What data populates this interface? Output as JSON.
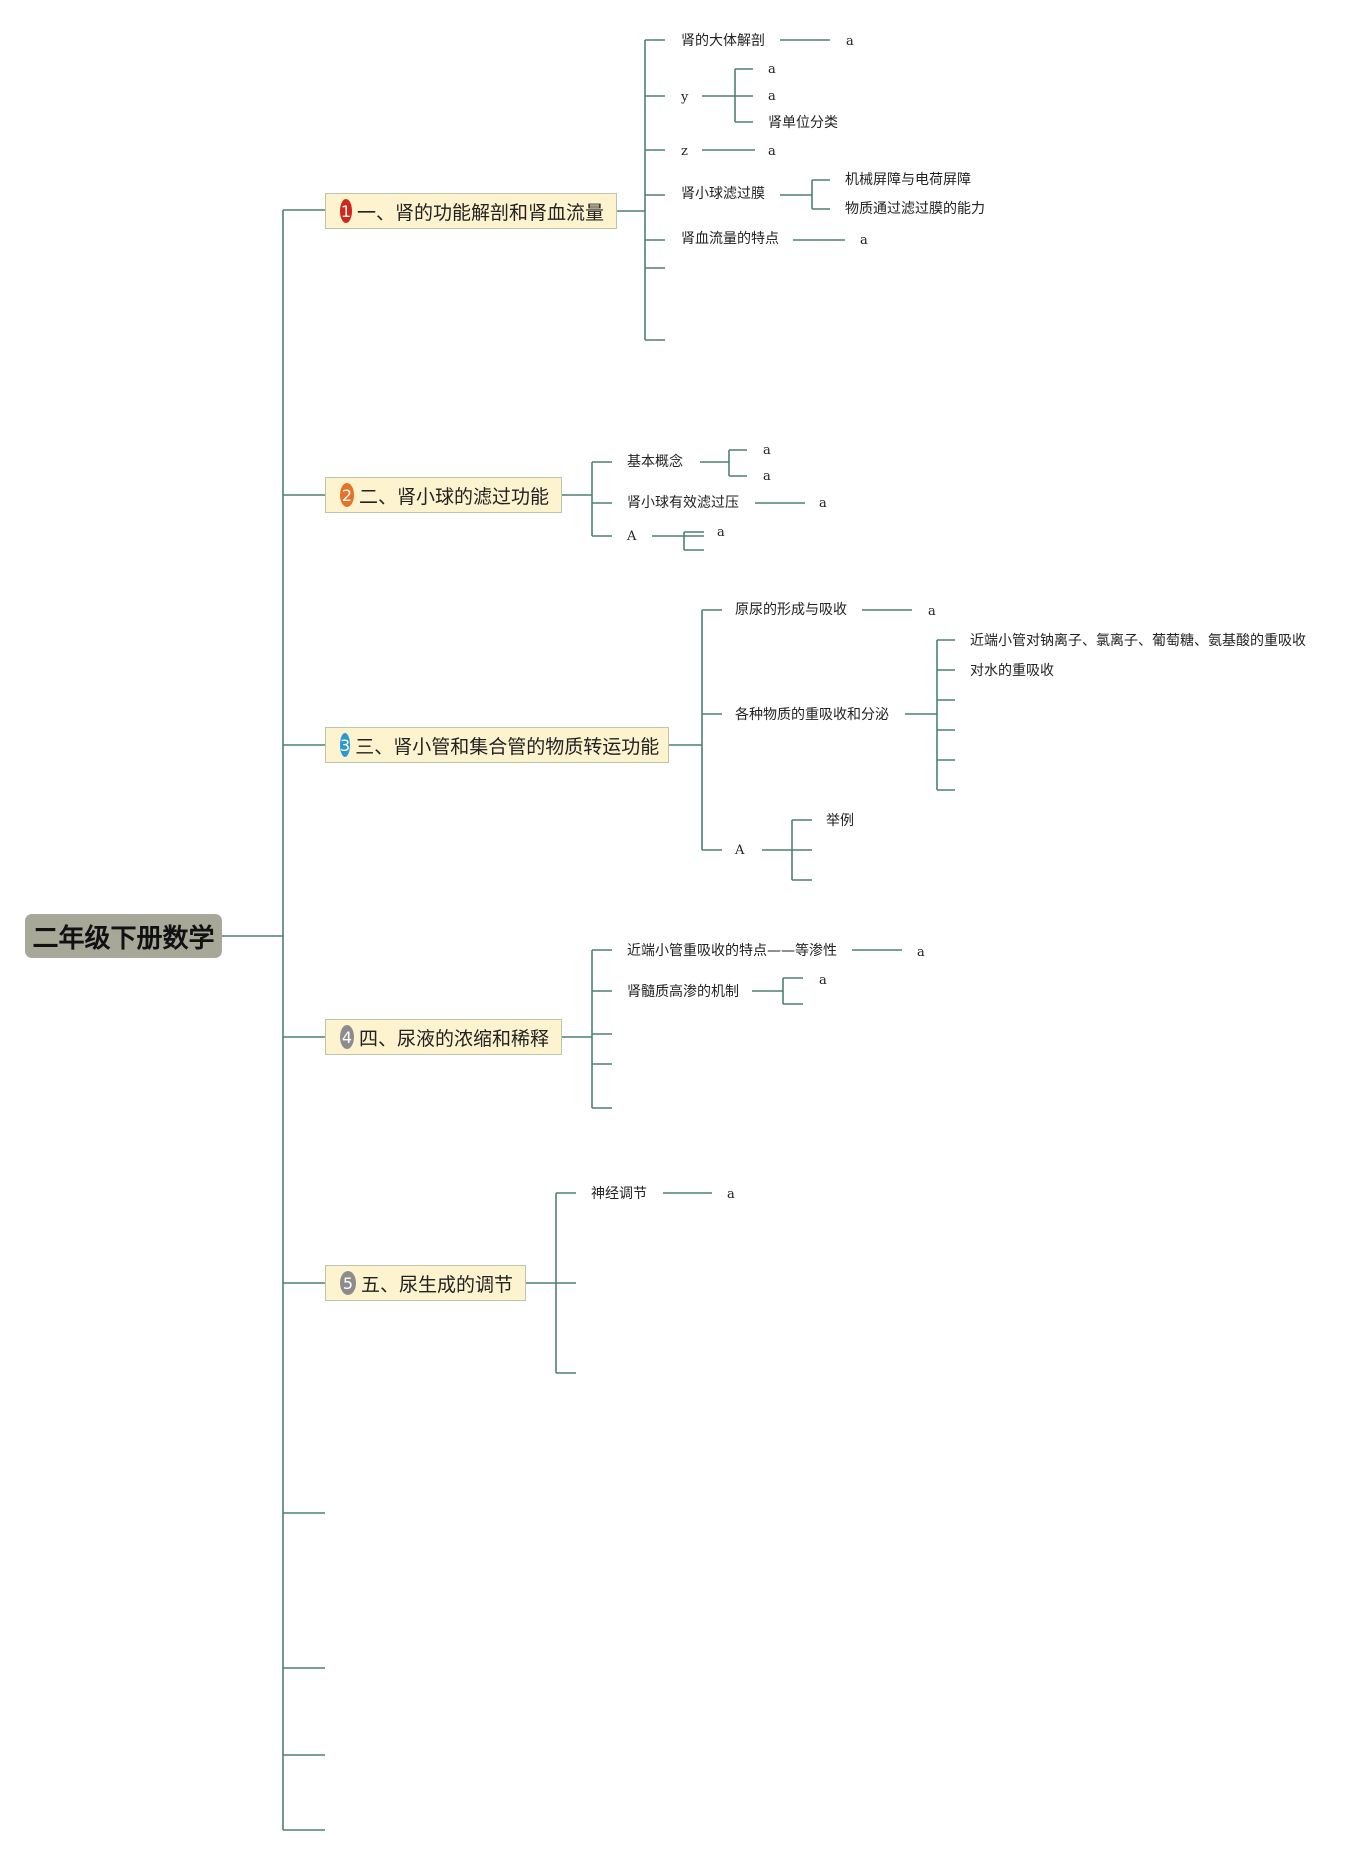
{
  "root": {
    "label": "二年级下册数学",
    "color": "#a8a899"
  },
  "line_color": "#4f806d",
  "topics": [
    {
      "num": "1",
      "badge_color": "#d3261b",
      "label": "一、肾的功能解剖和肾血流量",
      "items": [
        {
          "label": "肾的大体解剖",
          "children": [
            "a"
          ]
        },
        {
          "label": "y",
          "children": [
            "a",
            "a",
            "肾单位分类"
          ]
        },
        {
          "label": "z",
          "children": [
            "a"
          ]
        },
        {
          "label": "肾小球滤过膜",
          "children": [
            "机械屏障与电荷屏障",
            "物质通过滤过膜的能力"
          ]
        },
        {
          "label": "肾血流量的特点",
          "children": [
            "a"
          ]
        }
      ]
    },
    {
      "num": "2",
      "badge_color": "#e57227",
      "label": "二、肾小球的滤过功能",
      "items": [
        {
          "label": "基本概念",
          "children": [
            "a",
            "a"
          ]
        },
        {
          "label": "肾小球有效滤过压",
          "children": [
            "a"
          ]
        },
        {
          "label": "A",
          "children": [
            "a"
          ]
        }
      ]
    },
    {
      "num": "3",
      "badge_color": "#2b98d4",
      "label": "三、肾小管和集合管的物质转运功能",
      "items": [
        {
          "label": "原尿的形成与吸收",
          "children": [
            "a"
          ]
        },
        {
          "label": "各种物质的重吸收和分泌",
          "children": [
            "近端小管对钠离子、氯离子、葡萄糖、氨基酸的重吸收",
            "对水的重吸收"
          ]
        },
        {
          "label": "A",
          "children": [
            "举例"
          ]
        }
      ]
    },
    {
      "num": "4",
      "badge_color": "#8c8c8c",
      "label": "四、尿液的浓缩和稀释",
      "items": [
        {
          "label": "近端小管重吸收的特点——等渗性",
          "children": [
            "a"
          ]
        },
        {
          "label": "肾髓质高渗的机制",
          "children": [
            "a"
          ]
        }
      ]
    },
    {
      "num": "5",
      "badge_color": "#8c8c8c",
      "label": "五、尿生成的调节",
      "items": [
        {
          "label": "神经调节",
          "children": [
            "a"
          ]
        }
      ]
    }
  ]
}
